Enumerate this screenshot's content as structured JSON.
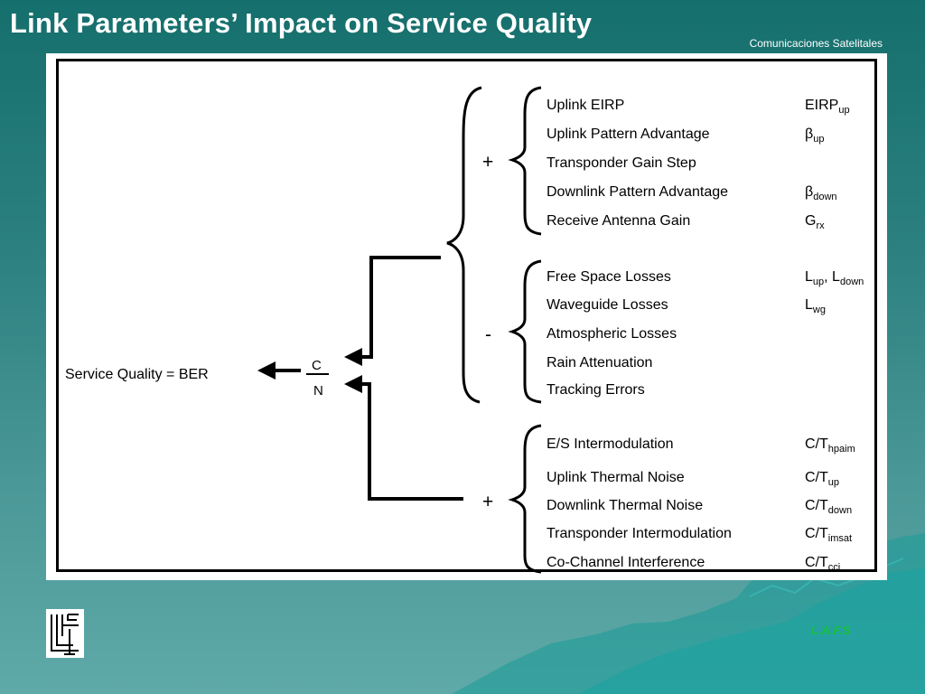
{
  "slide": {
    "title": "Link Parameters’ Impact on Service Quality",
    "subtitle": "Comunicaciones Satelitales",
    "footer": "L.A.F.S"
  },
  "diagram": {
    "result_label": "Service Quality = BER",
    "ratio_numerator": "C",
    "ratio_denominator": "N",
    "groups": [
      {
        "sign": "+",
        "items": [
          {
            "name": "Uplink EIRP",
            "symbol": "EIRP",
            "sub": "up",
            "tail": ""
          },
          {
            "name": "Uplink Pattern Advantage",
            "symbol": "β",
            "sub": "up",
            "tail": ""
          },
          {
            "name": "Transponder  Gain Step",
            "symbol": "",
            "sub": "",
            "tail": ""
          },
          {
            "name": "Downlink Pattern Advantage",
            "symbol": "β",
            "sub": "down",
            "tail": ""
          },
          {
            "name": "Receive Antenna Gain",
            "symbol": "G",
            "sub": "rx",
            "tail": ""
          }
        ]
      },
      {
        "sign": "-",
        "items": [
          {
            "name": "Free Space Losses",
            "symbol": "L",
            "sub": "up",
            "tail": ", L",
            "tail_sub": "down"
          },
          {
            "name": "Waveguide Losses",
            "symbol": "L",
            "sub": "wg",
            "tail": ""
          },
          {
            "name": "Atmospheric Losses",
            "symbol": "",
            "sub": "",
            "tail": ""
          },
          {
            "name": "Rain Attenuation",
            "symbol": "",
            "sub": "",
            "tail": ""
          },
          {
            "name": "Tracking Errors",
            "symbol": "",
            "sub": "",
            "tail": ""
          }
        ]
      },
      {
        "sign": "+",
        "items": [
          {
            "name": "E/S Intermodulation",
            "symbol": "C/T",
            "sub": "hpaim",
            "tail": ""
          },
          {
            "name": "Uplink Thermal Noise",
            "symbol": "C/T",
            "sub": "up",
            "tail": ""
          },
          {
            "name": "Downlink Thermal Noise",
            "symbol": "C/T",
            "sub": "down",
            "tail": ""
          },
          {
            "name": "Transponder Intermodulation",
            "symbol": "C/T",
            "sub": "imsat",
            "tail": ""
          },
          {
            "name": "Co-Channel Interference",
            "symbol": "C/T",
            "sub": "cci",
            "tail": ""
          }
        ]
      }
    ]
  }
}
